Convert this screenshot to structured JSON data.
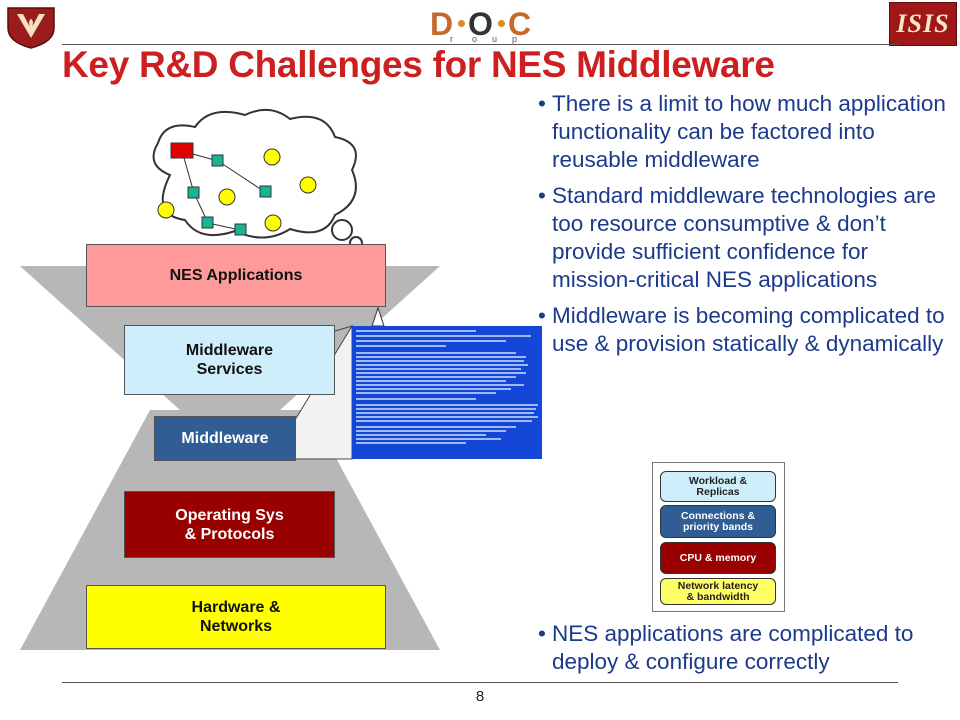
{
  "slide": {
    "title": "Key R&D Challenges for NES Middleware",
    "page_number": "8",
    "logo_doc": {
      "d": "D",
      "o": "O",
      "c": "C",
      "g1": "r",
      "g2": "o",
      "g3": "u",
      "g4": "p"
    },
    "logo_isis": "ISIS"
  },
  "layers": {
    "applications": "NES Applications",
    "middleware_services": "Middleware\nServices",
    "middleware": "Middleware",
    "os": "Operating Sys\n& Protocols",
    "hardware": "Hardware &\nNetworks"
  },
  "bullets": [
    "There is a limit to how much application functionality can be factored into reusable middleware",
    "Standard middleware technologies are too resource consumptive & don’t provide sufficient confidence for mission-critical NES applications",
    "Middleware is becoming complicated to use & provision statically & dynamically",
    "NES applications are complicated to deploy & configure correctly"
  ],
  "resource_stack": {
    "workload": "Workload &\nReplicas",
    "connections": "Connections &\npriority bands",
    "cpu": "CPU & memory",
    "network": "Network latency\n& bandwidth"
  },
  "colors": {
    "title": "#cc1f1f",
    "bullet_text": "#1c3a8c",
    "applications": "#ff9a9a",
    "middleware_services": "#cdeefa",
    "middleware": "#2f5d94",
    "os": "#990000",
    "hardware": "#ffff00",
    "hourglass": "#b7b7b7",
    "screen": "#1447d8"
  }
}
